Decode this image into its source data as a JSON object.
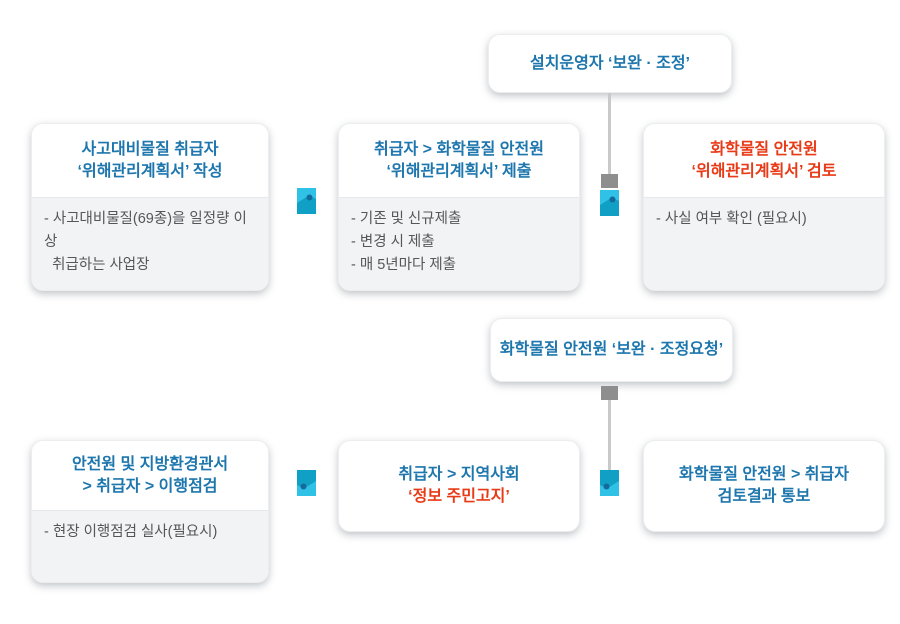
{
  "diagram": {
    "top_pill": {
      "text": "설치운영자 ‘보완 · 조정’"
    },
    "mid_pill": {
      "text": "화학물질 안전원 ‘보완 · 조정요청’"
    },
    "row1": {
      "left": {
        "title1": "사고대비물질 취급자",
        "title2": "‘위해관리계획서’ 작성",
        "body1": "- 사고대비물질(69종)을 일정량 이상",
        "body2": "  취급하는 사업장"
      },
      "center": {
        "title1": "취급자 > 화학물질 안전원",
        "title2": "‘위해관리계획서’ 제출",
        "body1": "- 기존 및 신규제출",
        "body2": "- 변경 시 제출",
        "body3": "- 매 5년마다 제출"
      },
      "right": {
        "title1": "화학물질 안전원",
        "title2": "‘위해관리계획서’ 검토",
        "body1": "- 사실 여부 확인 (필요시)"
      }
    },
    "row2": {
      "left": {
        "title1": "안전원 및 지방환경관서",
        "title2": "> 취급자 > 이행점검",
        "body1": "- 현장 이행점검 실사(필요시)"
      },
      "center": {
        "title1": "취급자 > 지역사회",
        "title2": "‘정보 주민고지’"
      },
      "right": {
        "title1": "화학물질 안전원 > 취급자",
        "title2": "검토결과 통보"
      }
    },
    "colors": {
      "title_blue": "#1d76ad",
      "title_red": "#e83a17",
      "body_text": "#54565a",
      "body_bg": "#f2f3f4",
      "connector_line": "#c9c9c9",
      "connector_square": "#8e8e8e",
      "marker_light": "#2fc2e6",
      "marker_dark": "#10a0c6",
      "marker_dot": "#156a9b"
    }
  }
}
